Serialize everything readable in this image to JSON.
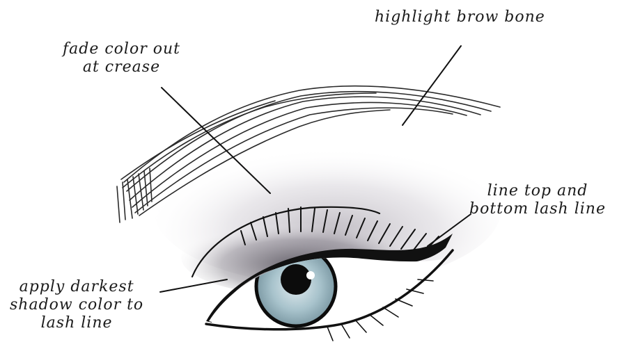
{
  "labels": {
    "highlight": "highlight brow bone",
    "crease_line1": "fade color out",
    "crease_line2": "at crease",
    "lash_line1": "line top and",
    "lash_line2": "bottom lash line",
    "shadow_line1": "apply darkest",
    "shadow_line2": "shadow color to",
    "shadow_line3": "lash line"
  },
  "colors": {
    "ink": "#111111",
    "shadow": "#6f6873",
    "iris": "#a9c4cc",
    "pupil": "#0c0c0c"
  }
}
